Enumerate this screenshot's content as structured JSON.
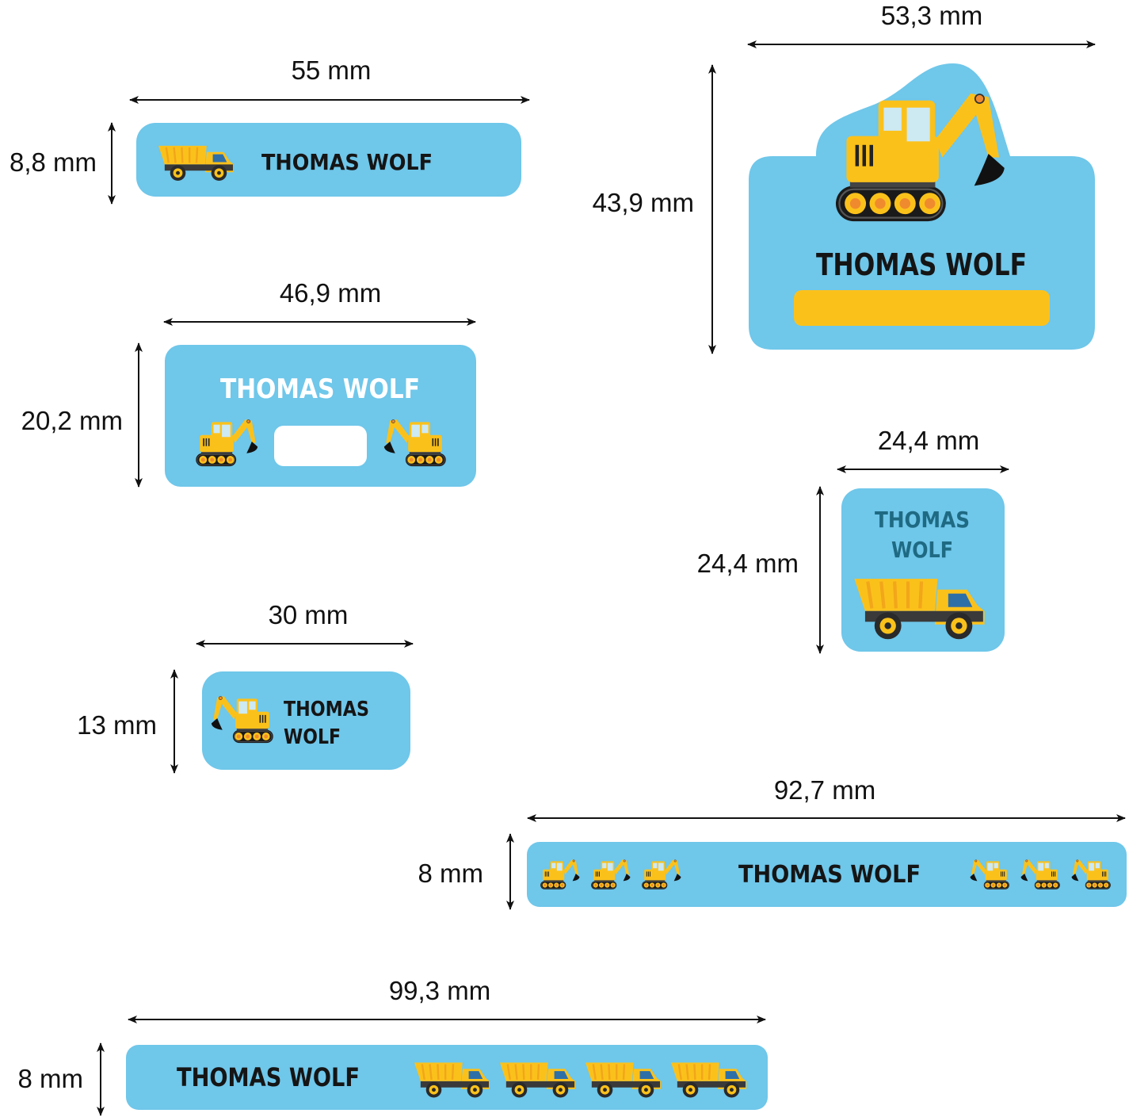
{
  "colors": {
    "label_blue": "#6fc7ea",
    "yellow": "#fbc11b",
    "text_dark": "#151515",
    "text_teal": "#1f6a83",
    "text_white": "#ffffff"
  },
  "labels": [
    {
      "id": "label-55x8-8",
      "name": "THOMAS WOLF",
      "width": "55 mm",
      "height": "8,8 mm",
      "icon": "dump-truck-icon"
    },
    {
      "id": "label-46-9x20-2",
      "name": "THOMAS WOLF",
      "width": "46,9 mm",
      "height": "20,2 mm",
      "icon": "excavator-icon"
    },
    {
      "id": "label-53-3x43-9",
      "name": "THOMAS WOLF",
      "width": "53,3 mm",
      "height": "43,9 mm",
      "icon": "excavator-icon"
    },
    {
      "id": "label-24-4x24-4",
      "name_line1": "THOMAS",
      "name_line2": "WOLF",
      "width": "24,4 mm",
      "height": "24,4 mm",
      "icon": "dump-truck-icon"
    },
    {
      "id": "label-30x13",
      "name_line1": "THOMAS",
      "name_line2": "WOLF",
      "width": "30 mm",
      "height": "13 mm",
      "icon": "excavator-icon"
    },
    {
      "id": "label-92-7x8",
      "name": "THOMAS WOLF",
      "width": "92,7 mm",
      "height": "8 mm",
      "icon": "excavator-icon"
    },
    {
      "id": "label-99-3x8",
      "name": "THOMAS WOLF",
      "width": "99,3 mm",
      "height": "8 mm",
      "icon": "dump-truck-icon"
    }
  ]
}
